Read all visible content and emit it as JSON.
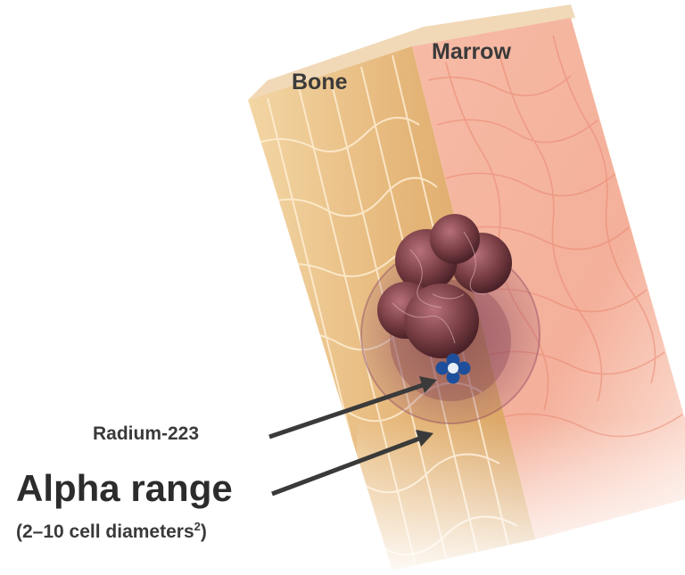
{
  "labels": {
    "marrow": "Marrow",
    "bone": "Bone",
    "radium": "Radium-223",
    "alpha_range": "Alpha range",
    "cell_diameters": "(2–10 cell diameters",
    "cell_diameters_sup": "2",
    "cell_diameters_close": ")"
  },
  "colors": {
    "bone": "#e5b679",
    "bone_light": "#f3d6a4",
    "bone_line": "#fff1d8",
    "marrow": "#f4b09a",
    "marrow_vein": "#e98670",
    "tumor": "#7a3f45",
    "alpha_halo": "#8d4a63",
    "radium_atom": "#1d4f9c",
    "arrow": "#3a3a3a"
  },
  "icons": {
    "radium_marker": "radium-atom-icon"
  }
}
